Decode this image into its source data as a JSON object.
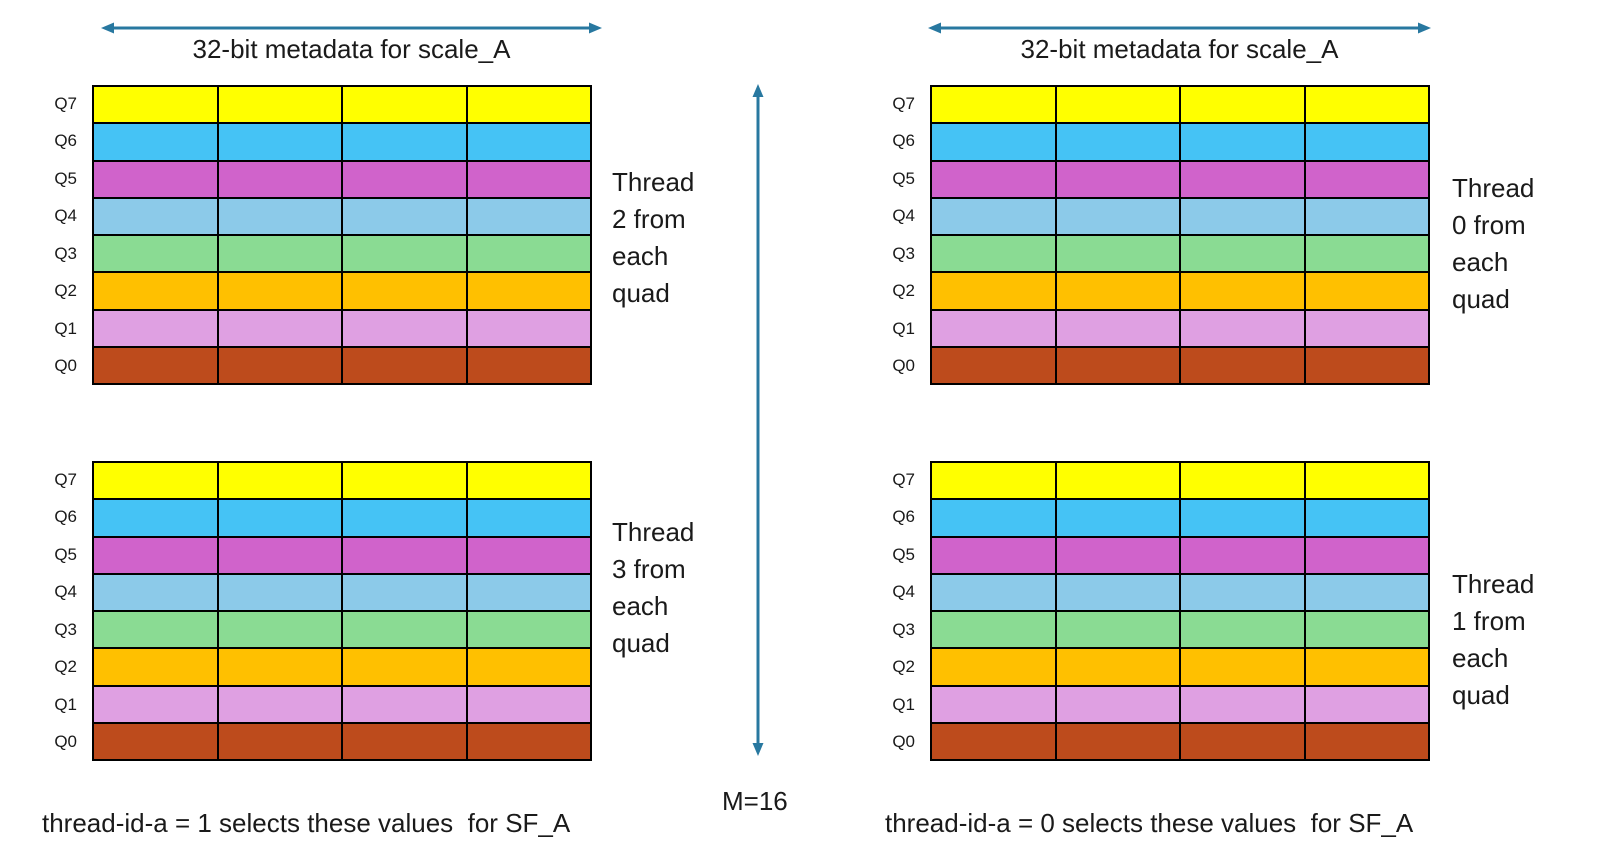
{
  "colors": {
    "accent_arrow": "#2878A0",
    "grid_border": "#000000",
    "background": "#ffffff"
  },
  "header": {
    "label": "32-bit metadata for scale_A"
  },
  "grid": {
    "columns": 4,
    "rows": [
      {
        "label": "Q7",
        "color": "#FFFF00"
      },
      {
        "label": "Q6",
        "color": "#45C3F5"
      },
      {
        "label": "Q5",
        "color": "#D063CB"
      },
      {
        "label": "Q4",
        "color": "#8CCAE9"
      },
      {
        "label": "Q3",
        "color": "#8ADB93"
      },
      {
        "label": "Q2",
        "color": "#FFC000"
      },
      {
        "label": "Q1",
        "color": "#DFA0E2"
      },
      {
        "label": "Q0",
        "color": "#BD4B1C"
      }
    ]
  },
  "blocks": {
    "left_top": {
      "side_label": "Thread\n2 from\neach\nquad"
    },
    "left_bottom": {
      "side_label": "Thread\n3 from\neach\nquad"
    },
    "right_top": {
      "side_label": "Thread\n0 from\neach\nquad"
    },
    "right_bottom": {
      "side_label": "Thread\n1 from\neach\nquad"
    }
  },
  "middle": {
    "m_label": "M=16"
  },
  "captions": {
    "left": "thread-id-a = 1 selects these values  for SF_A",
    "right": "thread-id-a = 0 selects these values  for SF_A"
  }
}
